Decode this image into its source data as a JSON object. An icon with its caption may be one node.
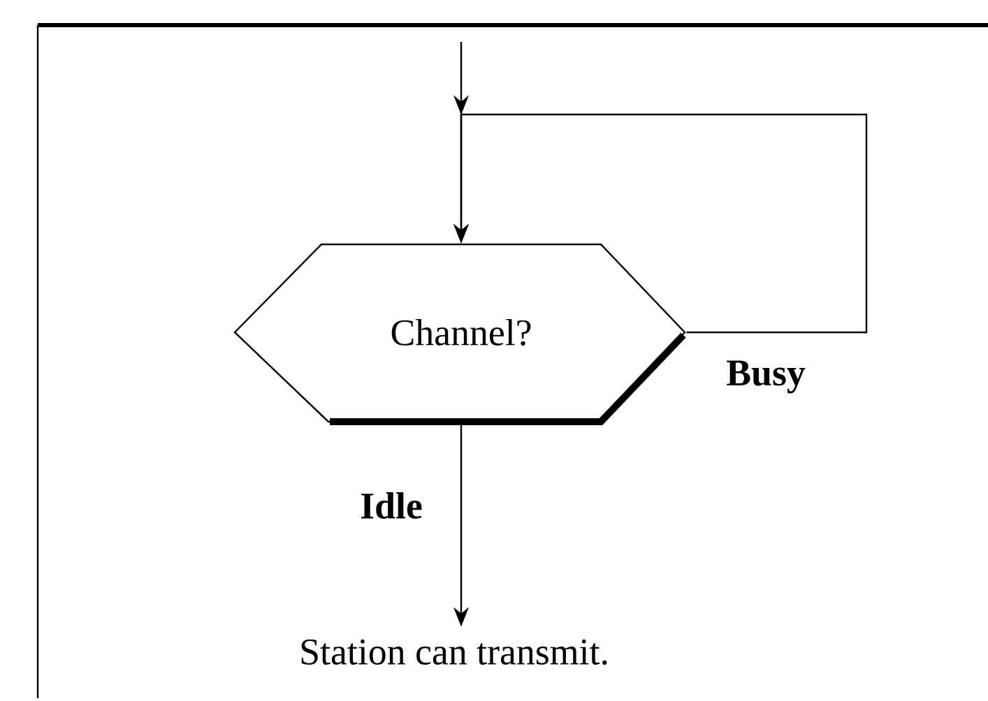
{
  "diagram": {
    "nodes": [
      {
        "text": [
          "Channel?"
        ]
      },
      {
        "text": [
          "Station can transmit."
        ]
      }
    ],
    "edges": [
      {
        "from": null,
        "to": 0,
        "arrow": "to"
      },
      {
        "from": 0,
        "to": 0,
        "arrow": "to",
        "label": "Busy"
      },
      {
        "from": 0,
        "to": 1,
        "arrow": "to",
        "label": "Idle"
      }
    ]
  }
}
